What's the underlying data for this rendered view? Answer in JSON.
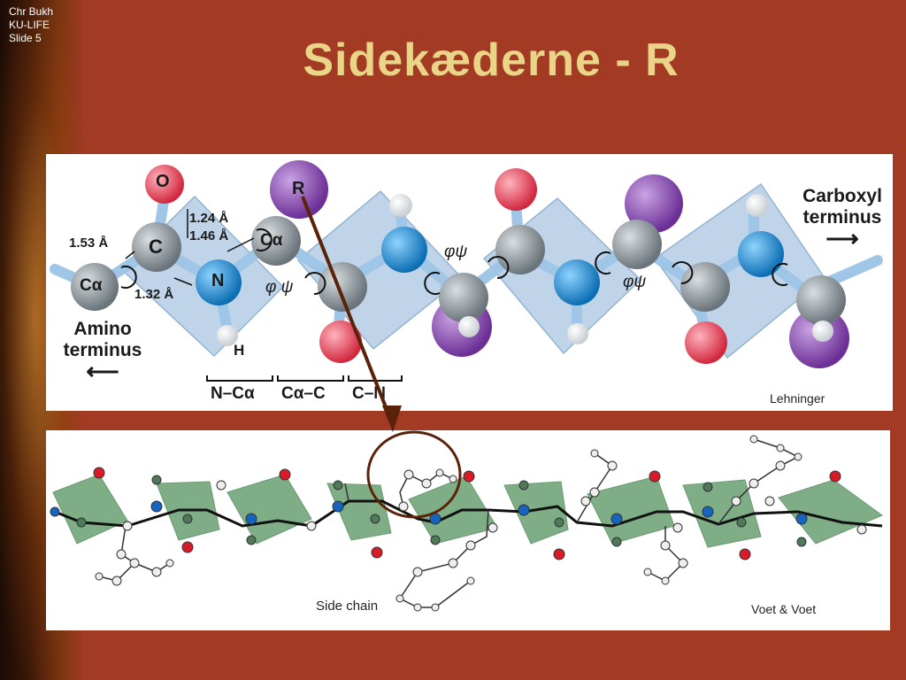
{
  "slide_info": [
    "Chr Bukh",
    "KU-LIFE",
    "Slide 5"
  ],
  "title": "Sidekæderne - R",
  "top_figure": {
    "atom_o": "O",
    "atom_r": "R",
    "atom_c": "C",
    "atom_n": "N",
    "atom_ca_left": "Cα",
    "atom_ca_mid": "Cα",
    "atom_h": "H",
    "bond_153": "1.53 Å",
    "bond_124": "1.24 Å",
    "bond_146": "1.46 Å",
    "bond_132": "1.32 Å",
    "phi_psi_1": "φ ψ",
    "phi_psi_2": "φψ",
    "phi_psi_3": "φψ",
    "amino_line1": "Amino",
    "amino_line2": "terminus",
    "carboxyl_line1": "Carboxyl",
    "carboxyl_line2": "terminus",
    "arrow_left": "⟵",
    "arrow_right": "⟶",
    "bracket_1": "N–Cα",
    "bracket_2": "Cα–C",
    "bracket_3": "C–N",
    "credit": "Lehninger"
  },
  "bottom_figure": {
    "side_chain_label": "Side chain",
    "credit": "Voet & Voet"
  },
  "colors": {
    "background": "#a23a24",
    "title": "#e9d488",
    "plane_blue": "#b9cfe6",
    "plane_green": "#7fae86",
    "oxygen": "#e8455b",
    "nitrogen": "#1e90d8",
    "carbon": "#8c969c",
    "r_group": "#8a4db0",
    "arrow": "#5a2208"
  }
}
